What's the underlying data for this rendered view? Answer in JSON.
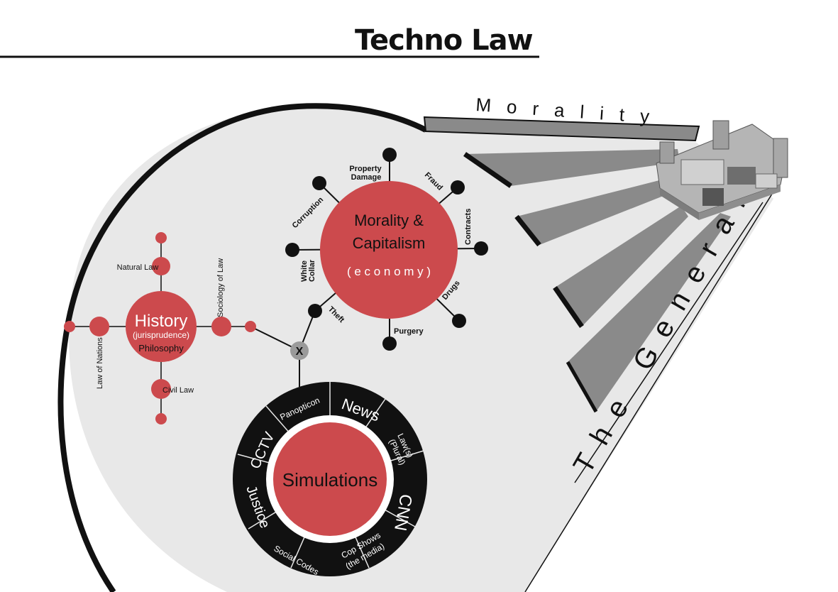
{
  "title": "Techno Law",
  "beam": {
    "top_label": "Morality",
    "side_label": "The General"
  },
  "building": {
    "icon": "prison-fortress-image"
  },
  "history_cluster": {
    "center_title": "History",
    "center_sub": "(jurisprudence)",
    "center_sub2": "Philosophy",
    "natural_law": "Natural Law",
    "sociology_of_law": "Sociology of Law",
    "law_of_nations": "Law of Nations",
    "civil_law": "Civil Law"
  },
  "economy_cluster": {
    "center_line1": "Morality &",
    "center_line2": "Capitalism",
    "center_line3": "( e c o n o m y )",
    "spokes": {
      "property_damage_1": "Property",
      "property_damage_2": "Damage",
      "fraud": "Fraud",
      "contracts": "Contracts",
      "drugs": "Drugs",
      "purgery": "Purgery",
      "theft": "Theft",
      "white_collar_1": "White",
      "white_collar_2": "Collar",
      "corruption": "Corruption"
    }
  },
  "junction": {
    "label": "X"
  },
  "simulations": {
    "center": "Simulations",
    "segments": {
      "panopticon": "Panopticon",
      "news": "News",
      "laws_1": "Law(s)",
      "laws_2": "(Plural)",
      "cnn": "CNN",
      "cop_shows_1": "Cop Shows",
      "cop_shows_2": "(the media)",
      "social_codes": "Social Codes",
      "justice": "Justice",
      "cctv": "CCTV"
    }
  },
  "colors": {
    "red": "#cc4a4d",
    "black": "#111111",
    "bubble": "#e8e8e8",
    "beam_gray": "#8a8a8a",
    "junction_gray": "#9a9a9a"
  }
}
